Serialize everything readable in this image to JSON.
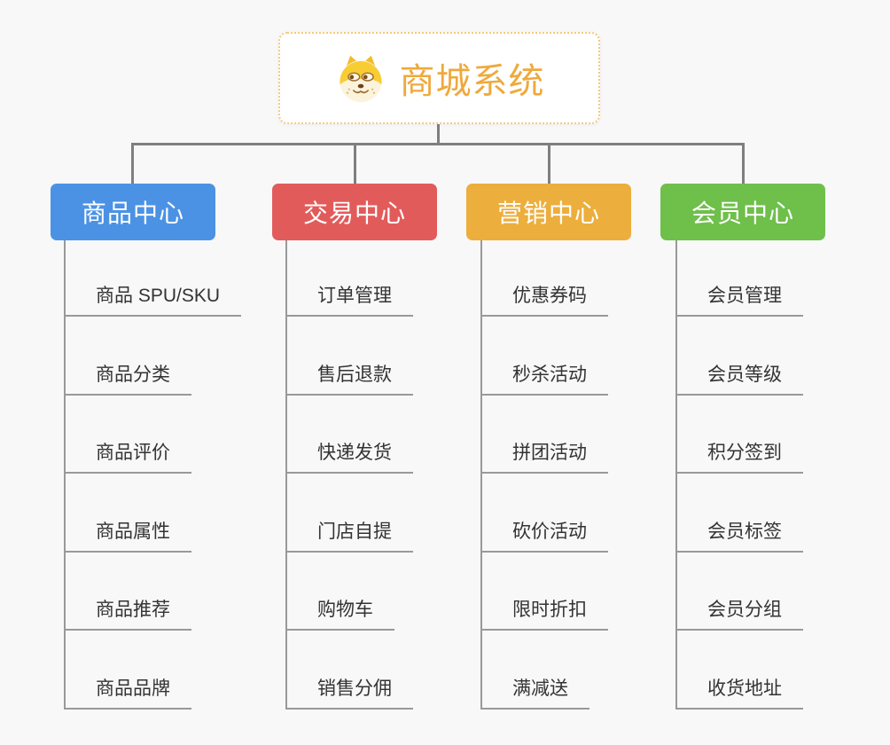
{
  "root": {
    "title": "商城系统",
    "icon": "dog-face-icon"
  },
  "branches": [
    {
      "label": "商品中心",
      "color": "#4B92E5",
      "children": [
        "商品 SPU/SKU",
        "商品分类",
        "商品评价",
        "商品属性",
        "商品推荐",
        "商品品牌"
      ]
    },
    {
      "label": "交易中心",
      "color": "#E25B5B",
      "children": [
        "订单管理",
        "售后退款",
        "快递发货",
        "门店自提",
        "购物车",
        "销售分佣"
      ]
    },
    {
      "label": "营销中心",
      "color": "#ECAE3C",
      "children": [
        "优惠券码",
        "秒杀活动",
        "拼团活动",
        "砍价活动",
        "限时折扣",
        "满减送"
      ]
    },
    {
      "label": "会员中心",
      "color": "#6FBF4B",
      "children": [
        "会员管理",
        "会员等级",
        "积分签到",
        "会员标签",
        "会员分组",
        "收货地址"
      ]
    }
  ],
  "colors": {
    "background": "#F8F8F8",
    "connector": "#7F7F7F",
    "underline": "#999999",
    "leaf_text": "#333333",
    "root_text": "#EFA93C",
    "root_border": "#F4C97C",
    "root_background": "#FFFFFF"
  }
}
